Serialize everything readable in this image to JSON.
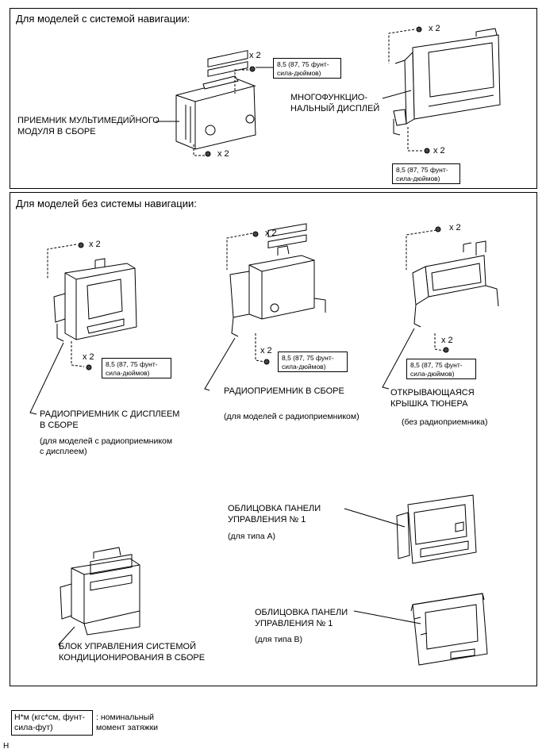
{
  "nav_section": {
    "heading": "Для моделей с системой навигации:",
    "multimedia_receiver_label": "ПРИЕМНИК МУЛЬТИМЕДИЙНОГО\nМОДУЛЯ В СБОРЕ",
    "multi_display_label": "МНОГОФУНКЦИО-\nНАЛЬНЫЙ ДИСПЛЕЙ",
    "torque_a": "8,5 (87, 75 фунт-\nсила-дюймов)",
    "torque_b": "8,5 (87, 75 фунт-\nсила-дюймов)",
    "qty_1": "x 2",
    "qty_2": "x 2",
    "qty_3": "x 2",
    "qty_4": "x 2"
  },
  "no_nav_section": {
    "heading": "Для моделей без системы навигации:",
    "radio_display_label": "РАДИОПРИЕМНИК С ДИСПЛЕЕМ\nВ СБОРЕ",
    "radio_display_note": "(для моделей с радиоприемником\nс дисплеем)",
    "radio_label": "РАДИОПРИЕМНИК В СБОРЕ",
    "radio_note": "(для моделей с радиоприемником)",
    "tuner_cover_label": "ОТКРЫВАЮЩАЯСЯ\nКРЫШКА ТЮНЕРА",
    "tuner_cover_note": "(без радиоприемника)",
    "torque_1": "8,5 (87, 75 фунт-\nсила-дюймов)",
    "torque_2": "8,5 (87, 75 фунт-\nсила-дюймов)",
    "torque_3": "8,5 (87, 75 фунт-\nсила-дюймов)",
    "qty_1": "x 2",
    "qty_2": "x 2",
    "qty_3": "x 2",
    "qty_4": "x 2",
    "qty_5": "x 2",
    "qty_6": "x 2",
    "panel_a_label": "ОБЛИЦОВКА ПАНЕЛИ\nУПРАВЛЕНИЯ № 1",
    "panel_a_note": "(для типа А)",
    "panel_b_label": "ОБЛИЦОВКА ПАНЕЛИ\nУПРАВЛЕНИЯ № 1",
    "panel_b_note": "(для типа В)",
    "ac_label": "БЛОК УПРАВЛЕНИЯ СИСТЕМОЙ\nКОНДИЦИОНИРОВАНИЯ В СБОРЕ"
  },
  "legend": {
    "box_text": "Н*м (кгс*см, фунт-\nсила-фут)",
    "description": ": номинальный\nмомент затяжки"
  },
  "page_mark": "H"
}
